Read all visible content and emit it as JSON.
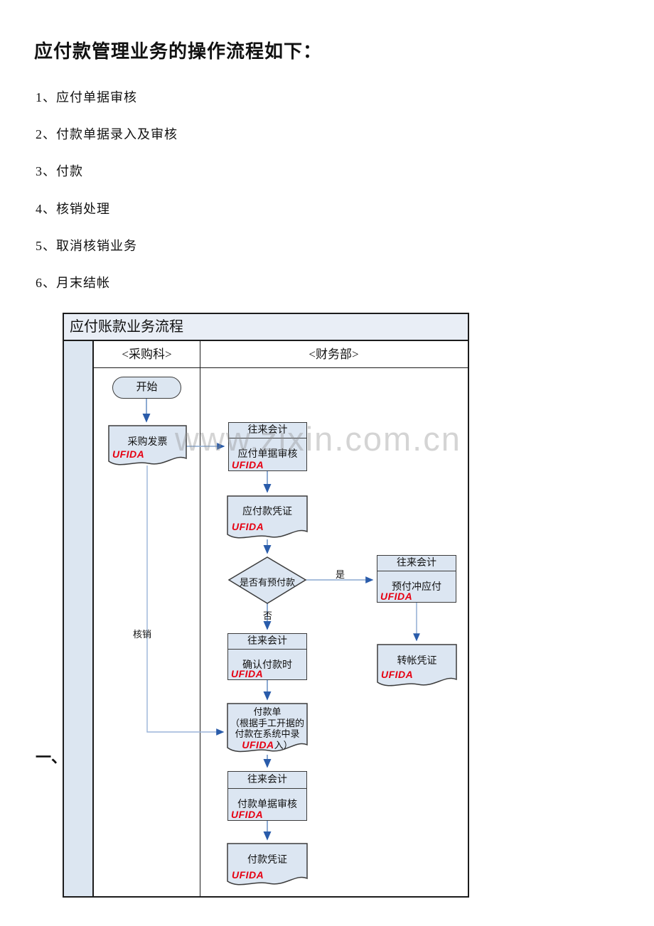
{
  "page": {
    "title": "应付款管理业务的操作流程如下：",
    "list_items": [
      "1、应付单据审核",
      "2、付款单据录入及审核",
      "3、付款",
      "4、核销处理",
      "5、取消核销业务",
      "6、月末结帐"
    ],
    "bottom_marker": "一、",
    "watermark": "www.zixin.com.cn"
  },
  "flowchart": {
    "title": "应付账款业务流程",
    "brand": "UFIDA",
    "colors": {
      "shape_fill": "#dce6f2",
      "header_fill": "#e9eef6",
      "connector": "#6f94c6",
      "arrowhead": "#2a5caa",
      "brand_red": "#e60012"
    },
    "lanes": [
      {
        "label": "<采购科>"
      },
      {
        "label": "<财务部>"
      }
    ],
    "nodes": {
      "start": {
        "label": "开始"
      },
      "purchase_invoice": {
        "label": "采购发票"
      },
      "ap_review": {
        "role": "往来会计",
        "label": "应付单据审核"
      },
      "ap_voucher": {
        "label": "应付款凭证"
      },
      "decision": {
        "label": "是否有预付款"
      },
      "prepay_offset": {
        "role": "往来会计",
        "label": "预付冲应付"
      },
      "transfer_voucher": {
        "label": "转帐凭证"
      },
      "confirm_payment": {
        "role": "往来会计",
        "label": "确认付款时"
      },
      "payment_order": {
        "lines": [
          "付款单",
          "（根据手工开据的",
          "付款在系统中录",
          "入）"
        ]
      },
      "payment_review": {
        "role": "往来会计",
        "label": "付款单据审核"
      },
      "payment_voucher": {
        "label": "付款凭证"
      }
    },
    "edge_labels": {
      "yes": "是",
      "no": "否",
      "writeoff": "核销"
    }
  }
}
